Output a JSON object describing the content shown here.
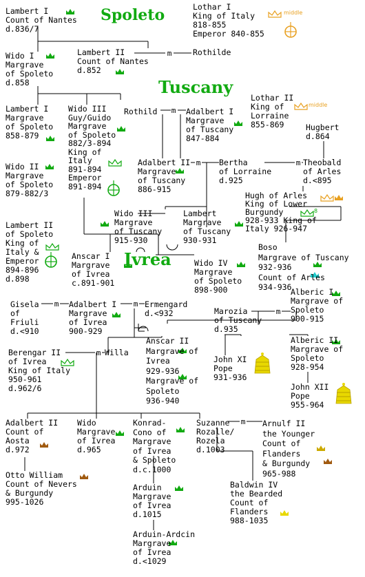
{
  "headers": {
    "spoleto": "Spoleto",
    "tuscany": "Tuscany",
    "ivrea": "Ivrea"
  },
  "marks": {
    "middle_1": "middle",
    "middle_2": "middle",
    "superscript_8": "8",
    "marriage": "m"
  },
  "colors": {
    "header": "#11aa11",
    "line": "#000000",
    "margrave_crown": "#11aa11",
    "king_crown": "#11aa11",
    "lothar_crown": "#e8a020",
    "pope_crown": "#e8d800",
    "count_crown": "#a05a10",
    "flanders_crown": "#e8d800",
    "vassal_crown": "#ccaa00",
    "cyan_crown": "#22cccc"
  },
  "people": {
    "lambert_i": [
      "Lambert I",
      "Count of Nantes",
      "d.836/7"
    ],
    "lothar_i": [
      "Lothar I",
      "King of Italy",
      "818-855",
      "Emperor 840-855"
    ],
    "wido_i": [
      "Wido I",
      "Margrave",
      "of Spoleto",
      "d.858"
    ],
    "lambert_ii": [
      "Lambert II",
      "Count of Nantes",
      "d.852"
    ],
    "rothilde_1": [
      "Rothilde"
    ],
    "lambert_i_sp": [
      "Lambert I",
      "Margrave",
      "of Spoleto",
      "858-879"
    ],
    "wido_iii": [
      "Wido III",
      "Guy/Guido",
      "Margrave",
      "of Spoleto",
      "882/3-894",
      "King of",
      "Italy",
      "891-894",
      "Emperor",
      "891-894"
    ],
    "rothild_2": [
      "Rothild"
    ],
    "adalbert_i_t": [
      "Adalbert I",
      "Margrave",
      "of Tuscany",
      "847-884"
    ],
    "lothar_ii": [
      "Lothar II",
      "King of",
      "Lorraine",
      "855-869"
    ],
    "hugbert": [
      "Hugbert",
      "d.864"
    ],
    "wido_ii": [
      "Wido II",
      "Margrave",
      "of Spoleto",
      "879-882/3"
    ],
    "adalbert_ii": [
      "Adalbert II",
      "Margrave",
      "of Tuscany",
      "886-915"
    ],
    "bertha": [
      "Bertha",
      "of Lorraine",
      "d.925"
    ],
    "theobald": [
      "Theobald",
      "of Arles",
      "d.<895"
    ],
    "hugh_arles": [
      "Hugh of Arles",
      "King of Lower",
      "Burgundy",
      "928-933 King of",
      "Italy 926-947"
    ],
    "wido_iii_t": [
      "Wido III",
      "Margrave",
      "of Tuscany",
      "915-930"
    ],
    "lambert_t": [
      "Lambert",
      "Margrave",
      "of Tuscany",
      "930-931"
    ],
    "lambert_ii_sp": [
      "Lambert II",
      "of Spoleto",
      "King of",
      "Italy &",
      "Emperor",
      "894-896",
      "d.898"
    ],
    "anscar_i": [
      "Anscar I",
      "Margrave",
      "of Ivrea",
      "c.891-901"
    ],
    "boso": [
      "Boso",
      "Margrave of Tuscany",
      "932-936",
      "Count of Arles",
      "934-936"
    ],
    "wido_iv": [
      "Wido IV",
      "Margrave",
      "of Spoleto",
      "898-900"
    ],
    "gisela": [
      "Gisela",
      "of",
      "Friuli",
      "d.<910"
    ],
    "adalbert_i_iv": [
      "Adalbert I",
      "Margrave",
      "of Ivrea",
      "900-929"
    ],
    "ermengard": [
      "Ermengard",
      "d.<932"
    ],
    "alberic_i": [
      "Alberic I",
      "Margrave of",
      "Spoleto",
      "900-915"
    ],
    "marozia": [
      "Marozia",
      "of Tuscany",
      "d.935"
    ],
    "berengar_ii": [
      "Berengar II",
      "of Ivrea",
      "King of Italy",
      "950-961",
      "d.962/6"
    ],
    "willa": [
      "Willa"
    ],
    "anscar_ii": [
      "Anscar II",
      "Margrave of",
      "Ivrea",
      "929-936",
      "Margrave of",
      "Spoleto",
      "936-940"
    ],
    "alberic_ii": [
      "Alberic II",
      "Margrave of",
      "Spoleto",
      "928-954"
    ],
    "john_xi": [
      "John XI",
      "Pope",
      "931-936"
    ],
    "john_xii": [
      "John XII",
      "Pope",
      "955-964"
    ],
    "adalbert_ii_a": [
      "Adalbert II",
      "Count of",
      "Aosta",
      "d.972"
    ],
    "wido_iv2": [
      "Wido",
      "Margrave",
      "of Ivrea",
      "d.965"
    ],
    "konrad": [
      "Konrad-",
      "Cono of",
      "Margrave",
      "of Ivrea",
      "& Spoleto",
      "d.c.1000"
    ],
    "suzanne": [
      "Suzanne",
      "Rozalle/",
      "Rozela",
      "d.1003"
    ],
    "arnulf_ii": [
      "Arnulf II",
      "the Younger",
      "Count of",
      "Flanders",
      "& Burgundy",
      "965-988"
    ],
    "otto_william": [
      "Otto William",
      "Count of Nevers",
      "& Burgundy",
      "995-1026"
    ],
    "arduin": [
      "Arduin",
      "Margrave",
      "of Ivrea",
      "d.1015"
    ],
    "baldwin_iv": [
      "Baldwin IV",
      "the Bearded",
      "Count of",
      "Flanders",
      "988-1035"
    ],
    "arduin_ardcin": [
      "Arduin-Ardcin",
      "Margrave",
      "of Ivrea",
      "d.<1029"
    ]
  }
}
